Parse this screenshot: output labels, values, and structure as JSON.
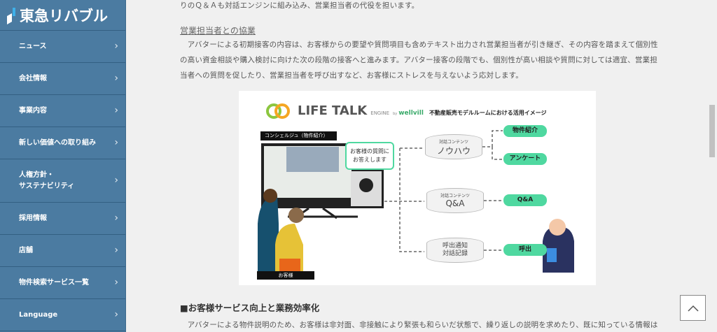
{
  "logo": "東急リバブル",
  "nav": [
    {
      "label": "ニュース"
    },
    {
      "label": "会社情報"
    },
    {
      "label": "事業内容"
    },
    {
      "label": "新しい価値への取り組み"
    },
    {
      "label": "人権方針・\nサステナビリティ"
    },
    {
      "label": "採用情報"
    },
    {
      "label": "店舗"
    },
    {
      "label": "物件検索サービス一覧"
    },
    {
      "label": "Language"
    }
  ],
  "content": {
    "intro_tail": "りのＱ＆Ａも対話エンジンに組み込み、営業担当者の代役を担います。",
    "section_heading": "営業担当者との協業",
    "section_body": "　アバターによる初期接客の内容は、お客様からの要望や質問項目も含めテキスト出力され営業担当者が引き継ぎ、その内容を踏まえて個別性の高い資金相談や購入検討に向けた次の段階の接客へと進みます。アバター接客の段階でも、個別性が高い相談や質問に対しては適宜、営業担当者への質問を促したり、営業担当者を呼び出すなど、お客様にストレスを与えないよう応対します。",
    "heading2": "■お客様サービス向上と業務効率化",
    "body2": "　アバターによる物件説明のため、お客様は非対面、非接触により緊張も和らいだ状態で、繰り返しの説明を求めたり、既に知っている情報は"
  },
  "diagram": {
    "brand": "LIFE TALK",
    "engine": "ENGINE",
    "by": "by",
    "wellvill": "wellvill",
    "title": "不動産販売モデルルームにおける活用イメージ",
    "concierge": "コンシェルジュ（物件紹介）",
    "bubble": "お客様の質問に\nお答えします",
    "customer": "お客様",
    "db1_small": "対話コンテンツ",
    "db1": "ノウハウ",
    "db2_small": "対話コンテンツ",
    "db2": "Q&A",
    "db3": "呼出通知\n対話記録",
    "out": [
      "物件紹介",
      "アンケート",
      "Q&A",
      "呼出"
    ]
  }
}
